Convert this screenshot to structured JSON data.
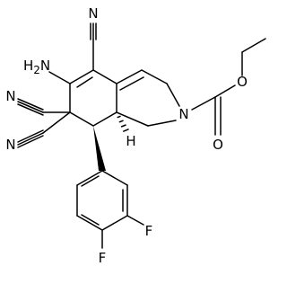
{
  "molecule": {
    "atom_labels": {
      "N_amine_N": "N",
      "N_amine_H2": "H",
      "N_amine_sub": "2",
      "N_cyano_top": "N",
      "N_cyano_c7a": "N",
      "N_cyano_c7b": "N",
      "N_ring": "N",
      "O_carbonyl": "O",
      "O_ester": "O",
      "F_3": "F",
      "F_4": "F",
      "H_stereo": "H"
    }
  }
}
